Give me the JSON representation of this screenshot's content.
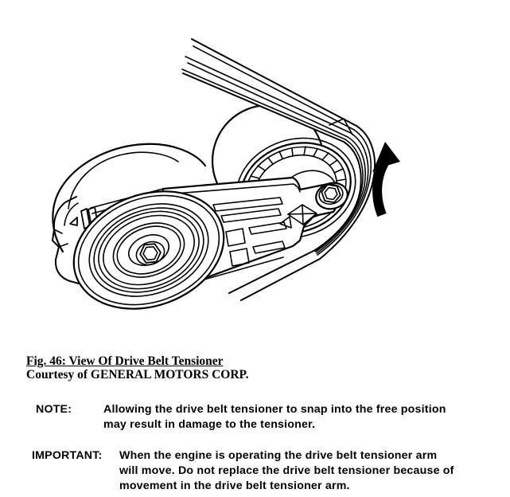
{
  "page": {
    "background_color": "#ffffff",
    "ink_color": "#000000"
  },
  "figure": {
    "caption_title": "Fig. 46: View Of Drive Belt Tensioner",
    "caption_courtesy": "Courtesy of GENERAL MOTORS CORP.",
    "arrow_icon": "curved-up-arrow"
  },
  "note": {
    "label": "NOTE:",
    "lines": {
      "line1": "Allowing the drive belt tensioner to snap into the free position",
      "line2": "may result in damage to the tensioner."
    }
  },
  "important": {
    "label": "IMPORTANT:",
    "lines": {
      "line1": "When the engine is operating the drive belt tensioner arm",
      "line2": "will move. Do not replace the drive belt tensioner because of",
      "line3": "movement in the drive belt tensioner arm."
    }
  }
}
